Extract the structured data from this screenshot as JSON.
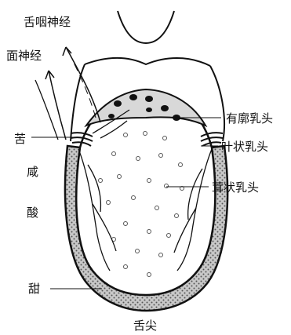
{
  "labels": {
    "glossopharyngeal": "舌咽神经",
    "facial": "面神经",
    "bitter": "苦",
    "salty": "咸",
    "sour": "酸",
    "sweet": "甜",
    "tip": "舌尖",
    "circumvallate": "有廓乳头",
    "foliate": "叶状乳头",
    "fungiform": "茸状乳头"
  },
  "colors": {
    "ink": "#111111",
    "stipple": "#b9b9b9",
    "background": "#ffffff"
  }
}
